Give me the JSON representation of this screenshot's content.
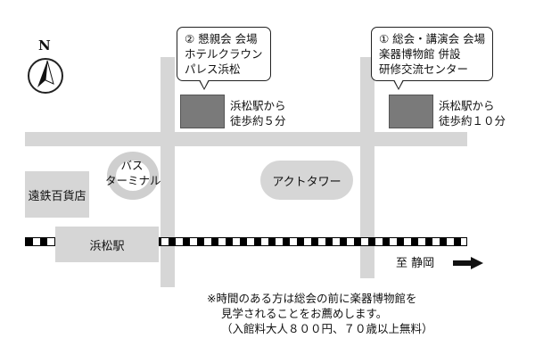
{
  "compass": {
    "north_label": "N"
  },
  "callouts": {
    "venue2": {
      "lines": [
        "② 懇親会 会場",
        "ホテルクラウン",
        "パレス浜松"
      ]
    },
    "venue1": {
      "lines": [
        "① 総会・講演会 会場",
        "楽器博物館 併設",
        "研修交流センター"
      ]
    }
  },
  "walk_notes": {
    "venue2": [
      "浜松駅から",
      "徒歩約５分"
    ],
    "venue1": [
      "浜松駅から",
      "徒歩約１０分"
    ]
  },
  "landmarks": {
    "bus_terminal": [
      "バス",
      "ターミナル"
    ],
    "act_tower": "アクトタワー",
    "entetsu": "遠鉄百貨店",
    "station": "浜松駅"
  },
  "direction": {
    "label": "至 静岡"
  },
  "note": {
    "lines": [
      "※時間のある方は総会の前に楽器博物館を",
      "見学されることをお薦めします。",
      "（入館料大人８００円、７０歳以上無料）"
    ]
  }
}
